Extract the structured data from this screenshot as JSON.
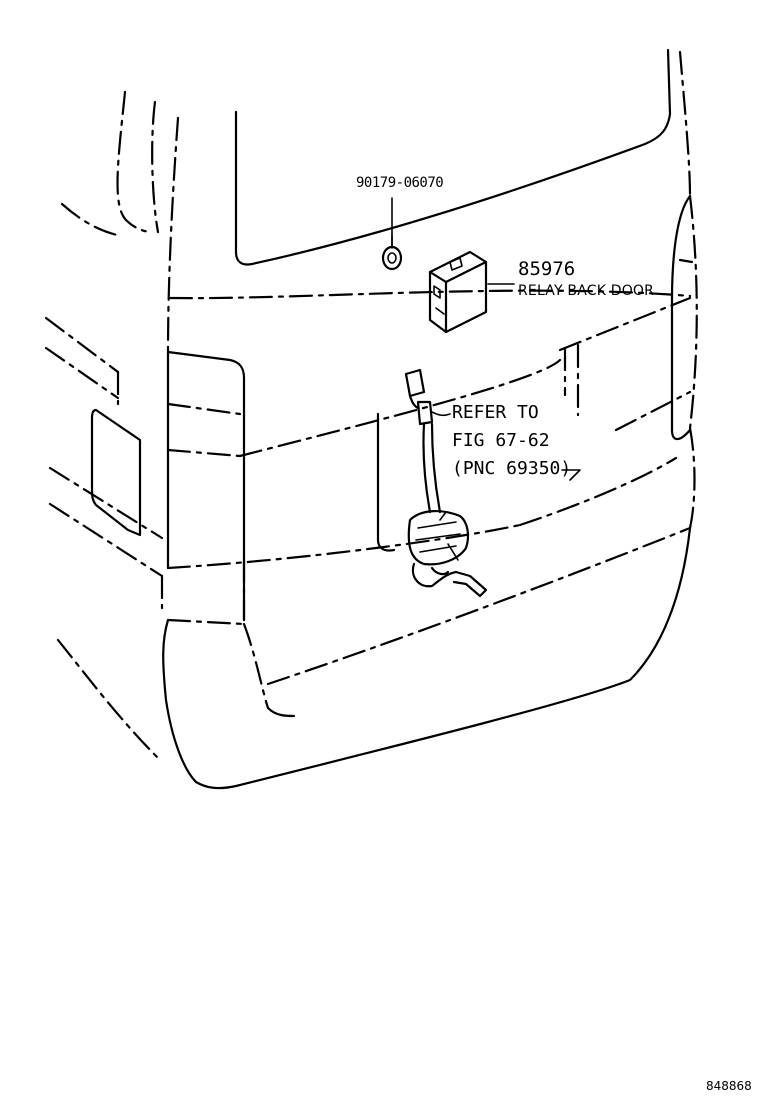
{
  "labels": {
    "clip_part_no": "90179-06070",
    "relay_part_no": "85976",
    "relay_name": "RELAY BACK DOOR",
    "refer_line1": "REFER TO",
    "refer_line2": "FIG 67-62",
    "refer_line3": "(PNC 69350)",
    "drawing_code": "848868"
  },
  "colors": {
    "line": "#000000",
    "background": "#ffffff"
  }
}
